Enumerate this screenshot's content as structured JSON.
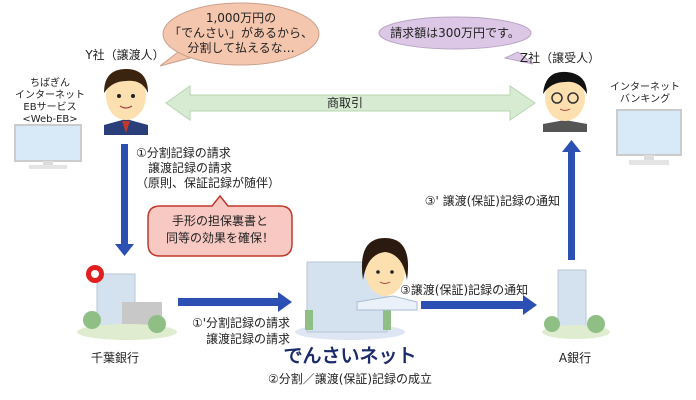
{
  "y_company": {
    "label": "Y社（譲渡人）",
    "speech": [
      "1,000万円の",
      "「でんさい」があるから、",
      "分割して払えるな…"
    ],
    "service": [
      "ちばぎん",
      "インターネット",
      "EBサービス",
      "<Web-EB>"
    ]
  },
  "z_company": {
    "label": "Z社（譲受人）",
    "speech": "請求額は300万円です。",
    "service": [
      "インターネット",
      "バンキング"
    ]
  },
  "trade": "商取引",
  "step1": [
    "①分割記録の請求",
    "　譲渡記録の請求",
    "（原則、保証記録が随伴）"
  ],
  "callout": [
    "手形の担保裏書と",
    "同等の効果を確保！"
  ],
  "step1_prime": [
    "①'分割記録の請求",
    "譲渡記録の請求"
  ],
  "step2": "②分割／譲渡(保証)記録の成立",
  "step3": "③譲渡(保証)記録の通知",
  "step3_prime": "③' 譲渡(保証)記録の通知",
  "chiba_bank": "千葉銀行",
  "densai_net": "でんさいネット",
  "a_bank": "A銀行",
  "colors": {
    "arrow": "#2b4fb3",
    "trade_arrow": "#d6ebd2",
    "y_bubble": "#f5c6ae",
    "z_bubble": "#dcc8e6",
    "callout_fill": "#f7c9c2",
    "callout_stroke": "#c0392b",
    "densai_text": "#1b2a6b"
  }
}
